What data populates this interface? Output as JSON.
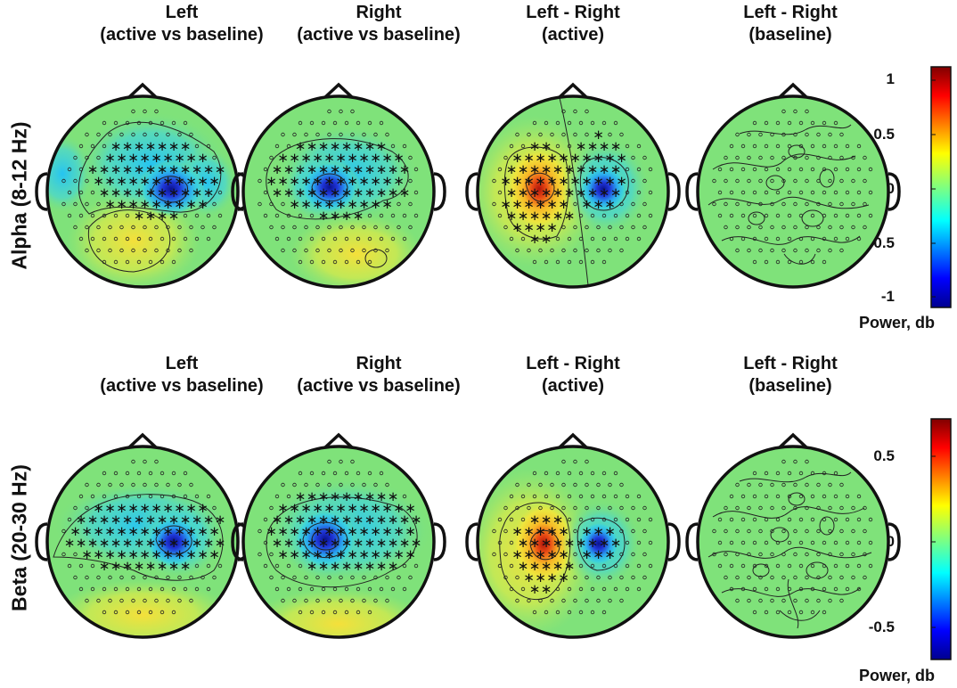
{
  "rows": [
    {
      "label": "Alpha (8-12 Hz)",
      "titles": [
        [
          "Left",
          "(active vs baseline)"
        ],
        [
          "Right",
          "(active vs baseline)"
        ],
        [
          "Left - Right",
          "(active)"
        ],
        [
          "Left - Right",
          "(baseline)"
        ]
      ],
      "colorbar": {
        "ticks": [
          "1",
          "0.5",
          "0",
          "-0.5",
          "-1"
        ],
        "label": "Power, db"
      }
    },
    {
      "label": "Beta (20-30 Hz)",
      "titles": [
        [
          "Left",
          "(active vs baseline)"
        ],
        [
          "Right",
          "(active vs baseline)"
        ],
        [
          "Left - Right",
          "(active)"
        ],
        [
          "Left - Right",
          "(baseline)"
        ]
      ],
      "colorbar": {
        "ticks": [
          "0.5",
          "0",
          "-0.5"
        ],
        "label": "Power, db"
      }
    }
  ],
  "colors": {
    "background": "#7fe27a",
    "negative": "#0a1fb0",
    "positive": "#c8190f",
    "mild_negative": "#33c6f0",
    "mild_positive": "#f4e03b"
  }
}
